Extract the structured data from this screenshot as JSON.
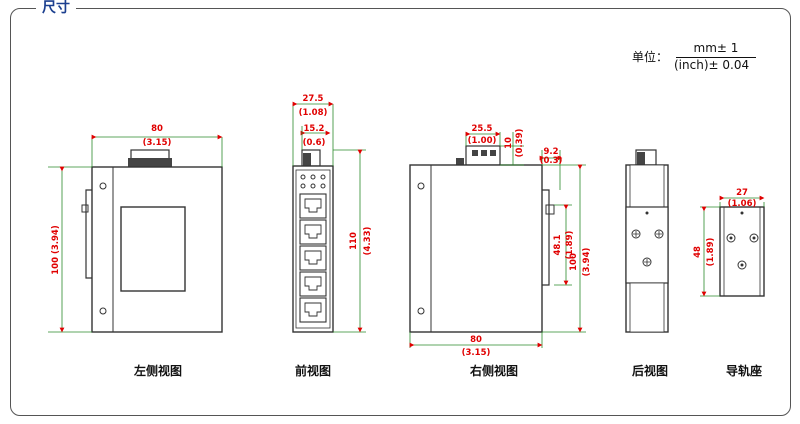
{
  "section_title": "尺寸",
  "unit": {
    "label": "单位：",
    "top": "mm± 1",
    "bottom": "(inch)± 0.04"
  },
  "views": {
    "left": {
      "caption": "左侧视图",
      "width": "80",
      "width_in": "(3.15)",
      "height": "100 (3.94)"
    },
    "front": {
      "caption": "前视图",
      "width": "27.5",
      "width_in": "(1.08)",
      "inner": "15.2",
      "inner_in": "(0.6)",
      "height": "110",
      "height_in": "(4.33)"
    },
    "right": {
      "caption": "右侧视图",
      "top": "25.5",
      "top_in": "(1.00)",
      "offset": "10",
      "offset_in": "(0.39)",
      "rail": "9.2",
      "rail_in": "(0.3)",
      "mid": "48.1",
      "mid_in": "(1.89)",
      "height": "100",
      "height_in": "(3.94)",
      "width": "80",
      "width_in": "(3.15)"
    },
    "back": {
      "caption": "后视图"
    },
    "rail_base": {
      "caption": "导轨座",
      "width": "27",
      "width_in": "(1.06)",
      "height": "48",
      "height_in": "(1.89)"
    }
  }
}
